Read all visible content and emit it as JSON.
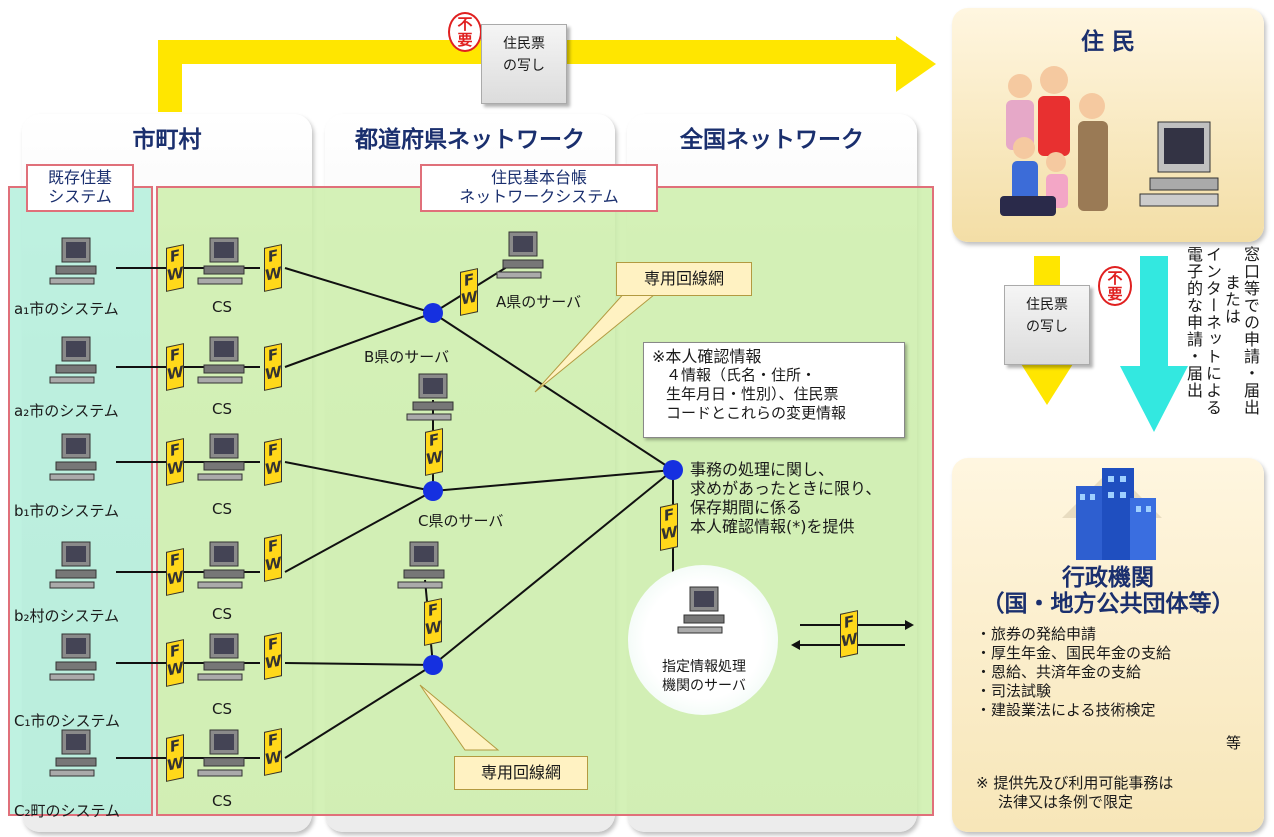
{
  "top_arrow": {
    "stamp": "不要",
    "card_line1": "住民票",
    "card_line2": "の写し"
  },
  "panels": {
    "municipality": "市町村",
    "prefecture_network": "都道府県ネットワーク",
    "national_network": "全国ネットワーク"
  },
  "existing_system": {
    "line1": "既存住基",
    "line2": "システム"
  },
  "juki_net": {
    "line1": "住民基本台帳",
    "line2": "ネットワークシステム"
  },
  "fw": {
    "f": "F",
    "w": "W"
  },
  "cs_label": "CS",
  "systems": [
    "a₁市のシステム",
    "a₂市のシステム",
    "b₁市のシステム",
    "b₂村のシステム",
    "C₁市のシステム",
    "C₂町のシステム"
  ],
  "servers": {
    "a": "A県のサーバ",
    "b": "B県のサーバ",
    "c": "C県のサーバ"
  },
  "dedicated_line": "専用回線網",
  "identity_note": {
    "title": "※本人確認情報",
    "lines": [
      "４情報（氏名・住所・",
      "生年月日・性別）、住民票",
      "コードとこれらの変更情報"
    ]
  },
  "provision_text": [
    "事務の処理に関し、",
    "求めがあったときに限り、",
    "保存期間に係る",
    "本人確認情報(*)を提供"
  ],
  "designated_server": {
    "line1": "指定情報処理",
    "line2": "機関のサーバ"
  },
  "residents": {
    "title": "住 民"
  },
  "right_card": {
    "stamp": "不要",
    "line1": "住民票",
    "line2": "の写し"
  },
  "vertical_notes": [
    "窓口等での申請・届出",
    "または",
    "インターネットによる",
    "電子的な申請・届出"
  ],
  "admin": {
    "title": "行政機関",
    "subtitle": "（国・地方公共団体等）",
    "items": [
      "・旅券の発給申請",
      "・厚生年金、国民年金の支給",
      "・恩給、共済年金の支給",
      "・司法試験",
      "・建設業法による技術検定"
    ],
    "etc": "等",
    "footnote_line1": "※ 提供先及び利用可能事務は",
    "footnote_line2": "法律又は条例で限定"
  },
  "colors": {
    "navy": "#1a2f6e",
    "node_blue": "#1530e0",
    "arrow_yellow": "#ffe600",
    "arrow_cyan": "#33e8e0",
    "fw_yellow": "#ffd81a"
  }
}
